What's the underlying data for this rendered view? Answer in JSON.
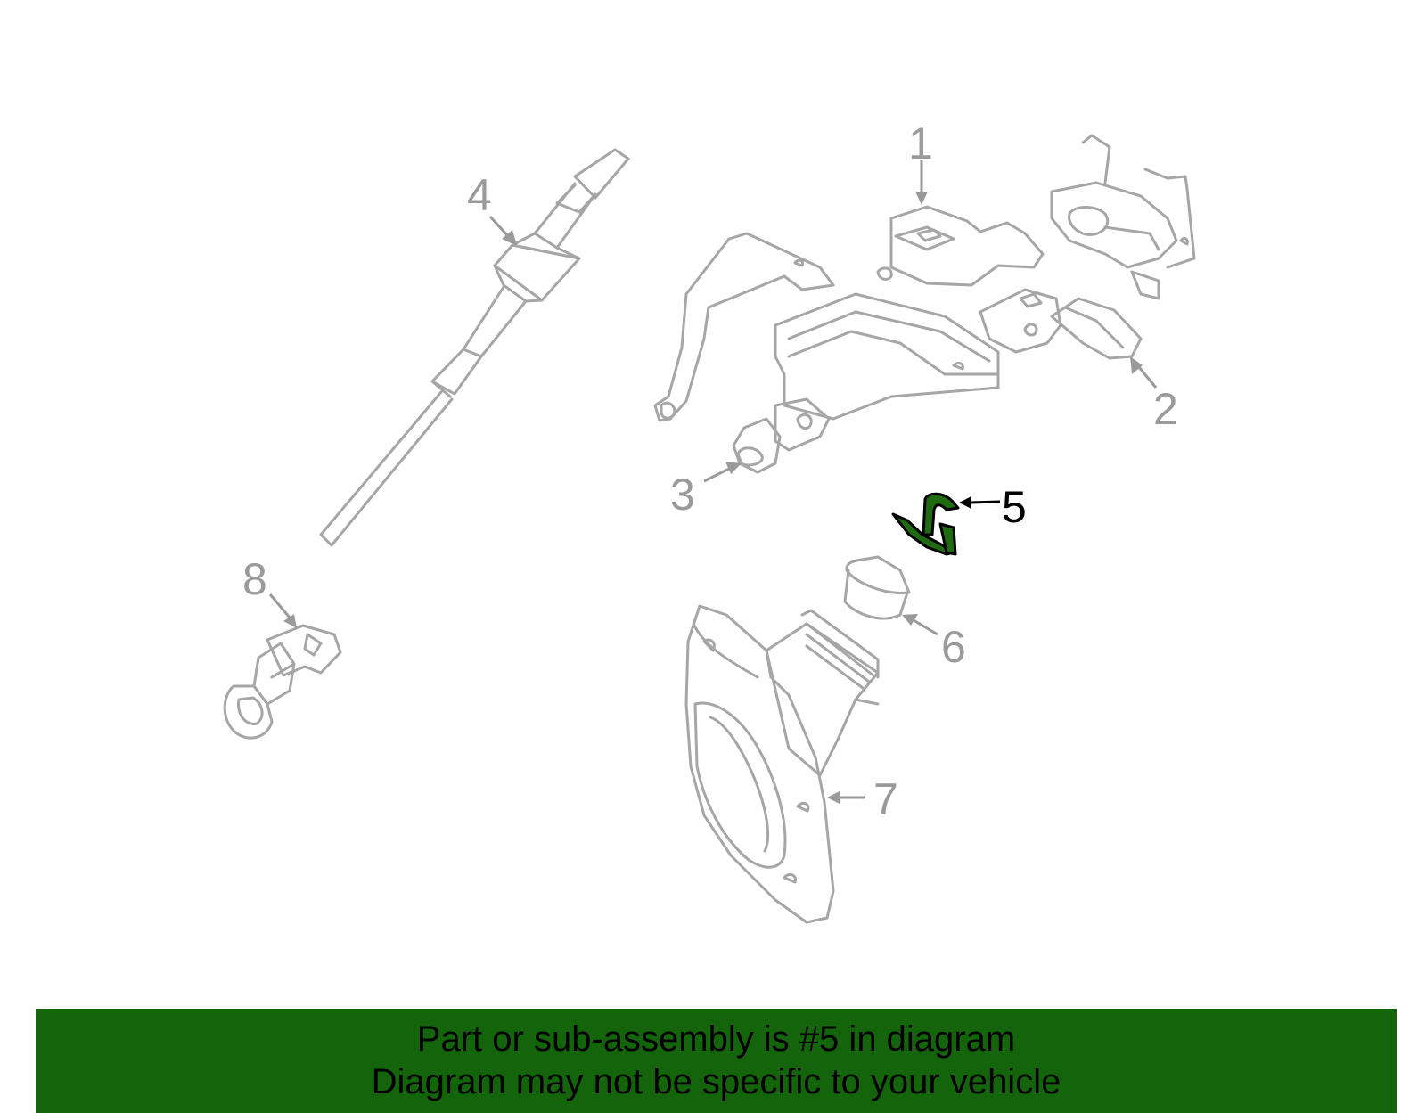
{
  "callouts": {
    "c1": "1",
    "c2": "2",
    "c3": "3",
    "c4": "4",
    "c5": "5",
    "c6": "6",
    "c7": "7",
    "c8": "8"
  },
  "highlighted_part": "5",
  "banner": {
    "line1": "Part or sub-assembly is #5 in diagram",
    "line2": "Diagram may not be specific to your vehicle"
  },
  "colors": {
    "outline": "#a6a6a6",
    "highlight_fill": "#1f6b12",
    "banner_bg": "#13640a",
    "text_dark": "#000000"
  }
}
